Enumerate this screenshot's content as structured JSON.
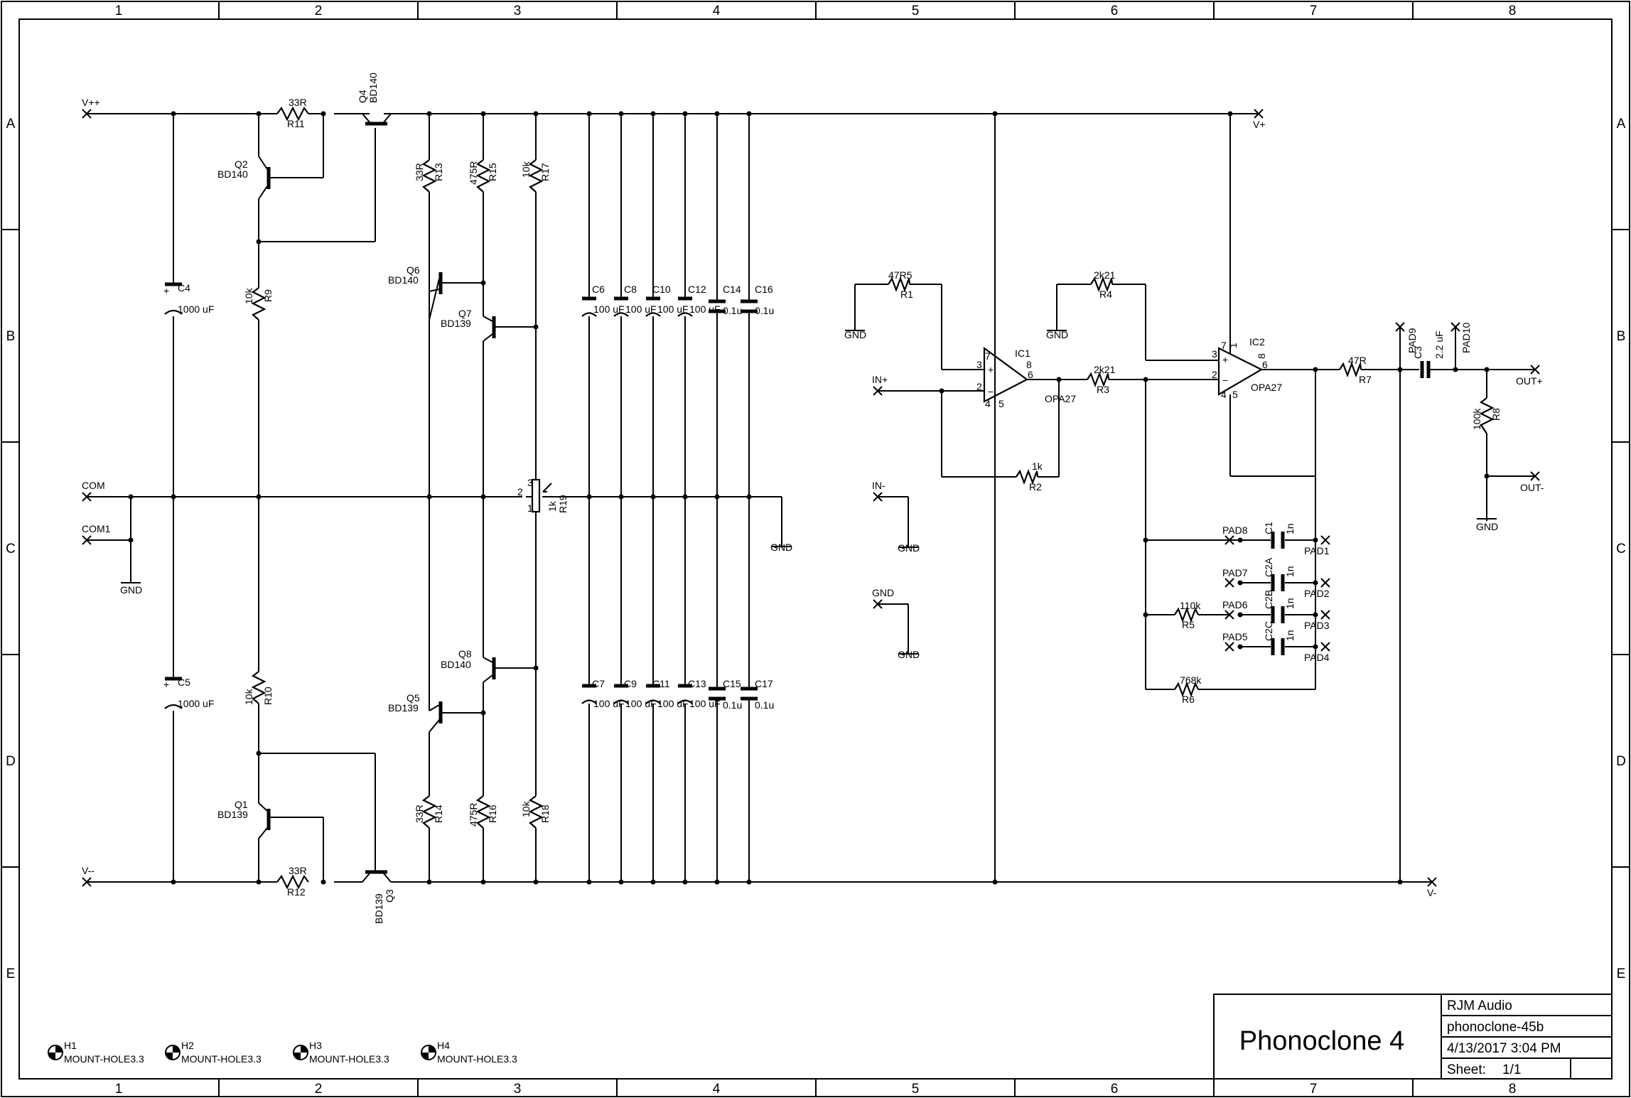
{
  "frame": {
    "columns": [
      "1",
      "2",
      "3",
      "4",
      "5",
      "6",
      "7",
      "8"
    ],
    "rows": [
      "A",
      "B",
      "C",
      "D",
      "E"
    ]
  },
  "title_block": {
    "title": "Phonoclone 4",
    "company": "RJM Audio",
    "file": "phonoclone-45b",
    "date": "4/13/2017 3:04 PM",
    "sheet_label": "Sheet:",
    "sheet_value": "1/1"
  },
  "nets": {
    "vpp": "V++",
    "vmm": "V--",
    "com": "COM",
    "com1": "COM1",
    "vp": "V+",
    "vm": "V-",
    "inp": "IN+",
    "inm": "IN-",
    "gnd_in": "GND",
    "outp": "OUT+",
    "outm": "OUT-",
    "gnd": "GND"
  },
  "components": {
    "R11": {
      "ref": "R11",
      "value": "33R"
    },
    "R12": {
      "ref": "R12",
      "value": "33R"
    },
    "R9": {
      "ref": "R9",
      "value": "10k"
    },
    "R10": {
      "ref": "R10",
      "value": "10k"
    },
    "R13": {
      "ref": "R13",
      "value": "33R"
    },
    "R14": {
      "ref": "R14",
      "value": "33R"
    },
    "R15": {
      "ref": "R15",
      "value": "475R"
    },
    "R16": {
      "ref": "R16",
      "value": "475R"
    },
    "R17": {
      "ref": "R17",
      "value": "10k"
    },
    "R18": {
      "ref": "R18",
      "value": "10k"
    },
    "R19": {
      "ref": "R19",
      "value": "1k",
      "pin1": "1",
      "pin2": "2",
      "pin3": "3"
    },
    "Q1": {
      "ref": "Q1",
      "value": "BD139"
    },
    "Q2": {
      "ref": "Q2",
      "value": "BD140"
    },
    "Q3": {
      "ref": "Q3",
      "value": "BD139"
    },
    "Q4": {
      "ref": "Q4",
      "value": "BD140"
    },
    "Q5": {
      "ref": "Q5",
      "value": "BD139"
    },
    "Q6": {
      "ref": "Q6",
      "value": "BD140"
    },
    "Q7": {
      "ref": "Q7",
      "value": "BD139"
    },
    "Q8": {
      "ref": "Q8",
      "value": "BD140"
    },
    "C4": {
      "ref": "C4",
      "value": "1000 uF"
    },
    "C5": {
      "ref": "C5",
      "value": "1000 uF"
    },
    "C6": {
      "ref": "C6",
      "value": "100 uF"
    },
    "C8": {
      "ref": "C8",
      "value": "100 uF"
    },
    "C10": {
      "ref": "C10",
      "value": "100 uF"
    },
    "C12": {
      "ref": "C12",
      "value": "100 uF"
    },
    "C7": {
      "ref": "C7",
      "value": "100 uF"
    },
    "C9": {
      "ref": "C9",
      "value": "100 uF"
    },
    "C11": {
      "ref": "C11",
      "value": "100 uF"
    },
    "C13": {
      "ref": "C13",
      "value": "100 uF"
    },
    "C14": {
      "ref": "C14",
      "value": "0.1u"
    },
    "C16": {
      "ref": "C16",
      "value": "0.1u"
    },
    "C15": {
      "ref": "C15",
      "value": "0.1u"
    },
    "C17": {
      "ref": "C17",
      "value": "0.1u"
    },
    "R1": {
      "ref": "R1",
      "value": "47R5"
    },
    "R2": {
      "ref": "R2",
      "value": "1k"
    },
    "R3": {
      "ref": "R3",
      "value": "2k21"
    },
    "R4": {
      "ref": "R4",
      "value": "2k21"
    },
    "R5": {
      "ref": "R5",
      "value": "110k"
    },
    "R6": {
      "ref": "R6",
      "value": "768k"
    },
    "R7": {
      "ref": "R7",
      "value": "47R"
    },
    "R8": {
      "ref": "R8",
      "value": "100k"
    },
    "C1": {
      "ref": "C1",
      "value": "1n"
    },
    "C2A": {
      "ref": "C2A",
      "value": "1n"
    },
    "C2B": {
      "ref": "C2B",
      "value": "1n"
    },
    "C2C": {
      "ref": "C2C",
      "value": "1n"
    },
    "C3": {
      "ref": "C3",
      "value": "2.2 uF"
    },
    "IC1": {
      "ref": "IC1",
      "value": "OPA27",
      "pins": [
        "7",
        "3",
        "2",
        "4",
        "5",
        "8",
        "6"
      ]
    },
    "IC2": {
      "ref": "IC2",
      "value": "OPA27",
      "pins": [
        "7",
        "1",
        "3",
        "2",
        "4",
        "5",
        "8",
        "6"
      ]
    },
    "pads": [
      "PAD1",
      "PAD2",
      "PAD3",
      "PAD4",
      "PAD5",
      "PAD6",
      "PAD7",
      "PAD8",
      "PAD9",
      "PAD10"
    ],
    "holes": [
      {
        "ref": "H1",
        "value": "MOUNT-HOLE3.3"
      },
      {
        "ref": "H2",
        "value": "MOUNT-HOLE3.3"
      },
      {
        "ref": "H3",
        "value": "MOUNT-HOLE3.3"
      },
      {
        "ref": "H4",
        "value": "MOUNT-HOLE3.3"
      }
    ]
  }
}
